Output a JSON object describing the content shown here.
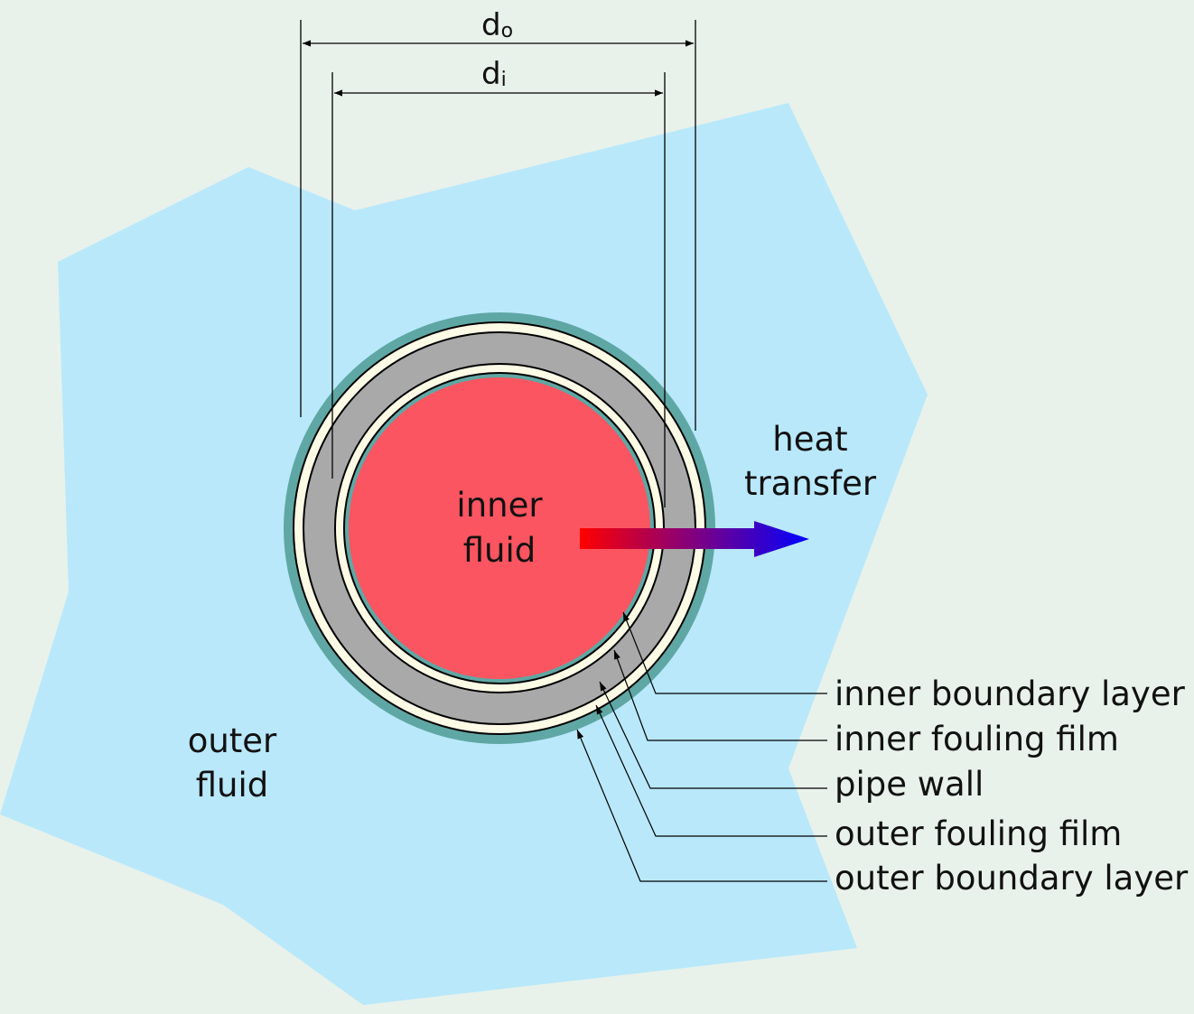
{
  "colors": {
    "background": "#e8f2ea",
    "outer_fluid": "#b9e8fb",
    "boundary_layer": "#5fa7a4",
    "fouling_film": "#fdfbe6",
    "pipe_wall": "#a9a9a9",
    "inner_fluid": "#fa5560",
    "arrow_start": "#ff0000",
    "arrow_end": "#0000ff",
    "line": "#000000"
  },
  "labels": {
    "do_main": "d",
    "do_sub": "o",
    "di_main": "d",
    "di_sub": "i",
    "inner_fluid_line1": "inner",
    "inner_fluid_line2": "fluid",
    "outer_fluid_line1": "outer",
    "outer_fluid_line2": "fluid",
    "heat_line1": "heat",
    "heat_line2": "transfer"
  },
  "layers": [
    "inner boundary layer",
    "inner fouling film",
    "pipe wall",
    "outer fouling film",
    "outer boundary layer"
  ]
}
